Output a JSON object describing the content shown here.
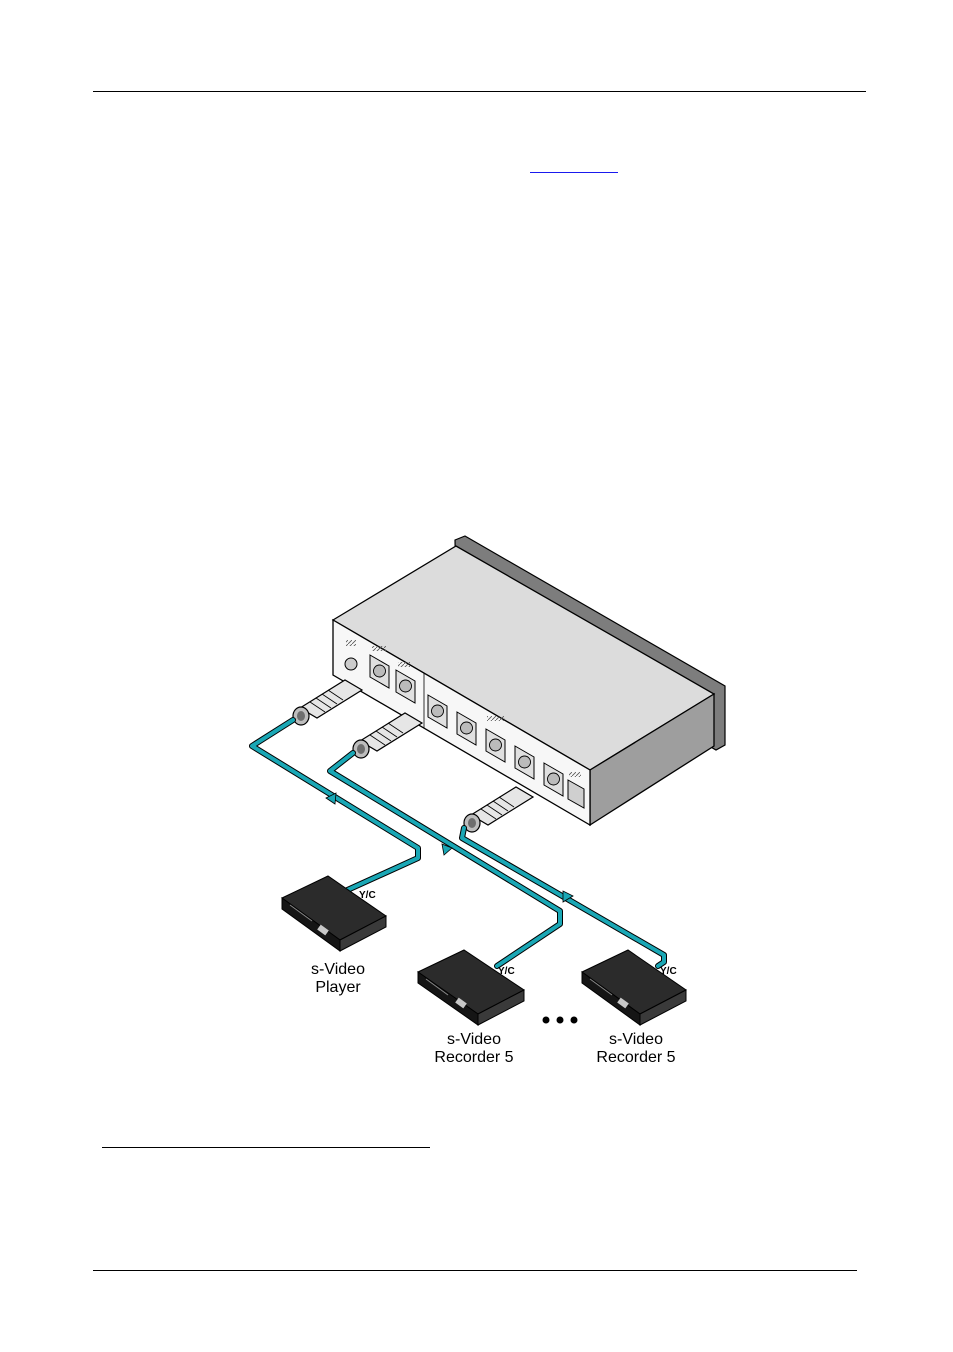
{
  "figure": {
    "devices": {
      "player": {
        "line1": "s-Video",
        "line2": "Player",
        "port_label": "Y/C"
      },
      "recorder_a": {
        "line1": "s-Video",
        "line2": "Recorder 5",
        "port_label": "Y/C"
      },
      "recorder_b": {
        "line1": "s-Video",
        "line2": "Recorder 5",
        "port_label": "Y/C"
      }
    },
    "colors": {
      "cable": "#1aa7b5"
    }
  }
}
